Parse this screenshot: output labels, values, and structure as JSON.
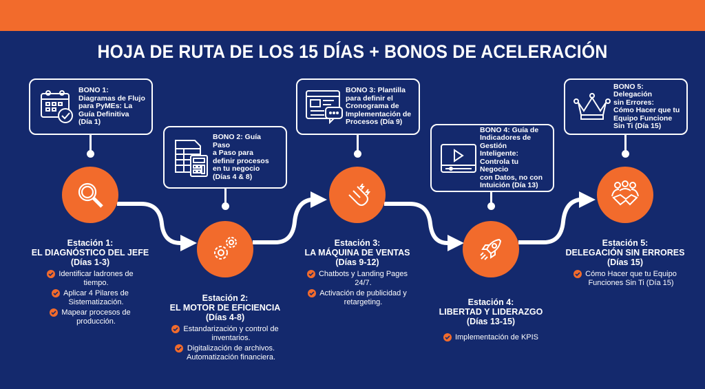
{
  "title": "HOJA DE RUTA DE LOS 15 DÍAS + BONOS DE ACELERACIÓN",
  "colors": {
    "background": "#14296d",
    "accent": "#f26b2c",
    "text": "#ffffff"
  },
  "bonuses": [
    {
      "icon": "calendar-check-icon",
      "text": "BONO 1:\nDiagramas de Flujo\npara PyMEs: La\nGuía Definitiva\n(Día 1)"
    },
    {
      "icon": "spreadsheet-calculator-icon",
      "text": "BONO 2: Guía Paso\na Paso para\ndefinir procesos\nen tu negocio\n(Días 4 & 8)"
    },
    {
      "icon": "web-page-chat-icon",
      "text": "BONO 3: Plantilla\npara definir el\nCronograma de\nImplementación de\nProcesos (Día 9)"
    },
    {
      "icon": "video-player-icon",
      "text": "BONO 4: Guía de\nIndicadores de\nGestión\nInteligente:\nControla tu Negocio\ncon Datos, no con\nIntuición (Día 13)"
    },
    {
      "icon": "crown-icon",
      "text": "BONO 5: Delegación\nsin Errores:\nCómo Hacer que tu\nEquipo Funcione\nSin Ti (Día 15)"
    }
  ],
  "stations": [
    {
      "icon": "magnifier-icon",
      "label": "Estación 1:",
      "name": "EL DIAGNÓSTICO DEL JEFE",
      "days": "(Días 1-3)",
      "bullets": [
        "Identificar ladrones de\ntiempo.",
        "Aplicar 4 Pilares de\nSistematización.",
        "Mapear procesos de\nproducción."
      ]
    },
    {
      "icon": "gears-icon",
      "label": "Estación 2:",
      "name": "EL MOTOR DE EFICIENCIA",
      "days": "(Días 4-8)",
      "bullets": [
        "Estandarización y control de\ninventarios.",
        "Digitalización de archivos.\nAutomatización financiera."
      ]
    },
    {
      "icon": "magnet-icon",
      "label": "Estación 3:",
      "name": "LA MÁQUINA DE VENTAS",
      "days": "(Días 9-12)",
      "bullets": [
        "Chatbots y Landing Pages\n24/7.",
        "Activación de publicidad y\nretargeting."
      ]
    },
    {
      "icon": "rocket-icon",
      "label": "Estación 4:",
      "name": "LIBERTAD Y LIDERAZGO",
      "days": "(Días 13-15)",
      "bullets": [
        "Implementación de KPIS"
      ]
    },
    {
      "icon": "team-handshake-icon",
      "label": "Estación 5:",
      "name": "DELEGACIÓN SIN ERRORES",
      "days": "(Días 15)",
      "bullets": [
        "Cómo Hacer que tu Equipo\nFunciones Sin Ti (Día 15)"
      ]
    }
  ]
}
